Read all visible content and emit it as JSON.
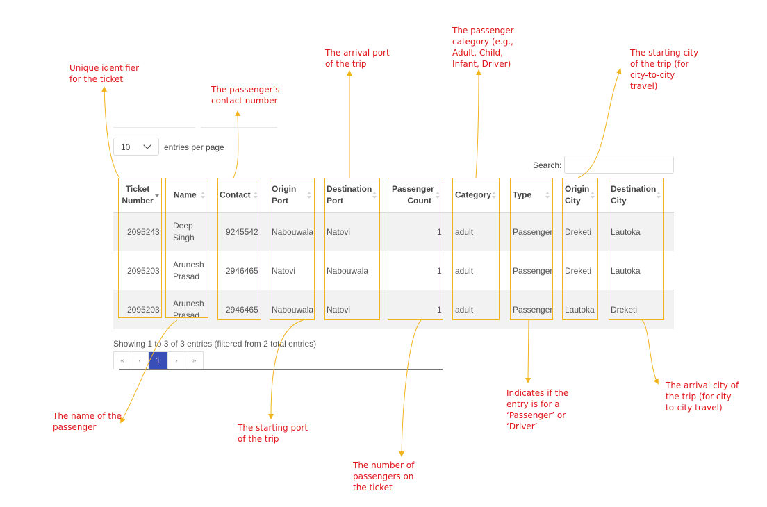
{
  "length_menu": {
    "selected": "10",
    "label": "entries per page"
  },
  "search": {
    "label": "Search:",
    "value": ""
  },
  "table": {
    "columns": [
      {
        "label": "Ticket Number",
        "line1": "Ticket",
        "line2": "Number"
      },
      {
        "label": "Name",
        "line1": "Name",
        "line2": ""
      },
      {
        "label": "Contact",
        "line1": "Contact",
        "line2": ""
      },
      {
        "label": "Origin Port",
        "line1": "Origin",
        "line2": "Port"
      },
      {
        "label": "Destination Port",
        "line1": "Destination",
        "line2": "Port"
      },
      {
        "label": "Passenger Count",
        "line1": "Passenger",
        "line2": "Count"
      },
      {
        "label": "Category",
        "line1": "Category",
        "line2": ""
      },
      {
        "label": "Type",
        "line1": "Type",
        "line2": ""
      },
      {
        "label": "Origin City",
        "line1": "Origin",
        "line2": "City"
      },
      {
        "label": "Destination City",
        "line1": "Destination",
        "line2": "City"
      }
    ],
    "rows": [
      {
        "ticket": "2095243",
        "name_1": "Deep",
        "name_2": "Singh",
        "contact": "9245542",
        "origin_port": "Nabouwala",
        "destination_port": "Natovi",
        "passenger_count": "1",
        "category": "adult",
        "type": "Passenger",
        "origin_city": "Dreketi",
        "destination_city": "Lautoka"
      },
      {
        "ticket": "2095203",
        "name_1": "Arunesh",
        "name_2": "Prasad",
        "contact": "2946465",
        "origin_port": "Natovi",
        "destination_port": "Nabouwala",
        "passenger_count": "1",
        "category": "adult",
        "type": "Passenger",
        "origin_city": "Dreketi",
        "destination_city": "Lautoka"
      },
      {
        "ticket": "2095203",
        "name_1": "Arunesh",
        "name_2": "Prasad",
        "contact": "2946465",
        "origin_port": "Nabouwala",
        "destination_port": "Natovi",
        "passenger_count": "1",
        "category": "adult",
        "type": "Passenger",
        "origin_city": "Lautoka",
        "destination_city": "Dreketi"
      }
    ]
  },
  "info": "Showing 1 to 3 of 3 entries (filtered from 2 total entries)",
  "pagination": {
    "first": "«",
    "prev": "‹",
    "current": "1",
    "next": "›",
    "last": "»"
  },
  "annotations": {
    "ticket": [
      "Unique identifier",
      "for the ticket"
    ],
    "contact": [
      "The passenger’s",
      "contact number"
    ],
    "destination_port": [
      "The arrival port",
      "of the trip"
    ],
    "category": [
      "The passenger",
      "category (e.g.,",
      "Adult, Child,",
      "Infant, Driver)"
    ],
    "origin_city": [
      "The starting city",
      "of the trip (for",
      "city-to-city",
      "travel)"
    ],
    "name": [
      "The name of the",
      "passenger"
    ],
    "origin_port": [
      "The starting port",
      "of the trip"
    ],
    "passenger_count": [
      "The number of",
      "passengers on",
      "the ticket"
    ],
    "type": [
      "Indicates if the",
      "entry is for a",
      "‘Passenger’ or",
      "‘Driver’"
    ],
    "destination_city": [
      "The arrival city of",
      "the trip (for city-",
      "to-city travel)"
    ]
  },
  "colors": {
    "annotation": "#e0161b",
    "highlight": "#f2b41d",
    "pager_active": "#3a4eb8"
  }
}
